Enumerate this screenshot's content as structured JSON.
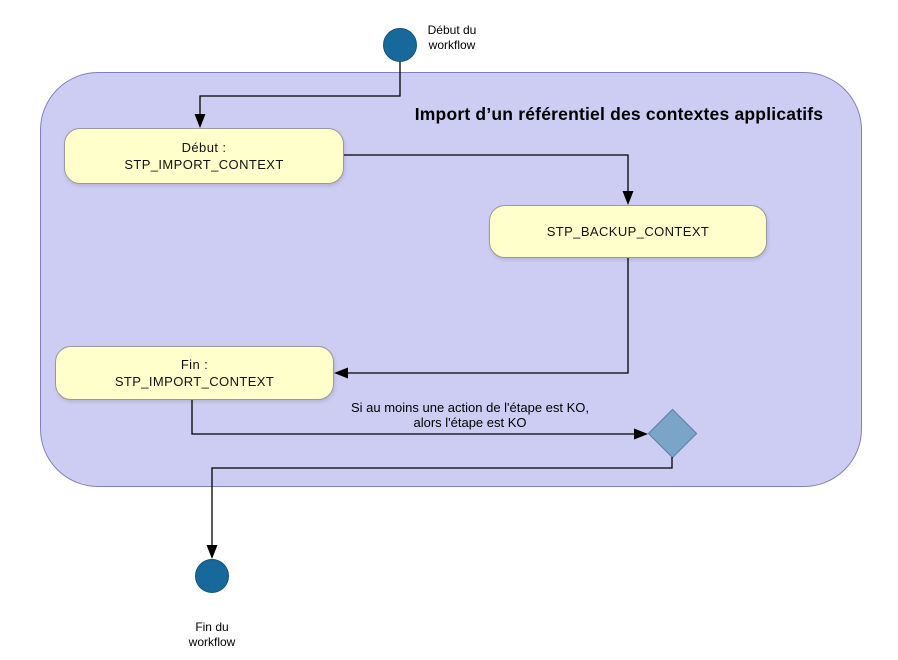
{
  "diagram": {
    "title": "Import d’un référentiel des contextes applicatifs",
    "start_label": "Début du\nworkflow",
    "end_label": "Fin du\nworkflow",
    "condition_note": "Si au moins une action de l'étape est KO,\nalors l'étape est KO",
    "steps": {
      "debut": {
        "line1": "Début :",
        "line2": "STP_IMPORT_CONTEXT"
      },
      "backup": {
        "label": "STP_BACKUP_CONTEXT"
      },
      "fin": {
        "line1": "Fin :",
        "line2": "STP_IMPORT_CONTEXT"
      }
    },
    "colors": {
      "container_fill": "#cdcdf3",
      "container_border": "#8080c0",
      "step_fill": "#ffffcc",
      "step_border": "#9a9a9a",
      "node_fill": "#17699c",
      "decision_fill": "#7aa4c8",
      "decision_border": "#5c82a6",
      "connector": "#000000"
    }
  }
}
